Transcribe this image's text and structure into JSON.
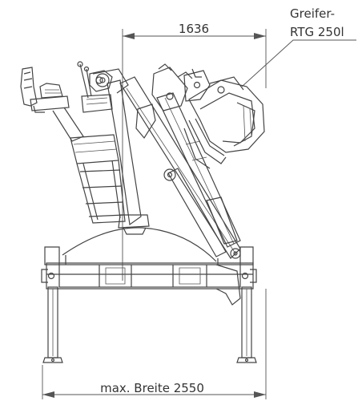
{
  "dimensions": {
    "top_width": "1636",
    "bottom_width": "max. Breite 2550"
  },
  "callout": {
    "line1": "Greifer-",
    "line2": "RTG 250l"
  }
}
